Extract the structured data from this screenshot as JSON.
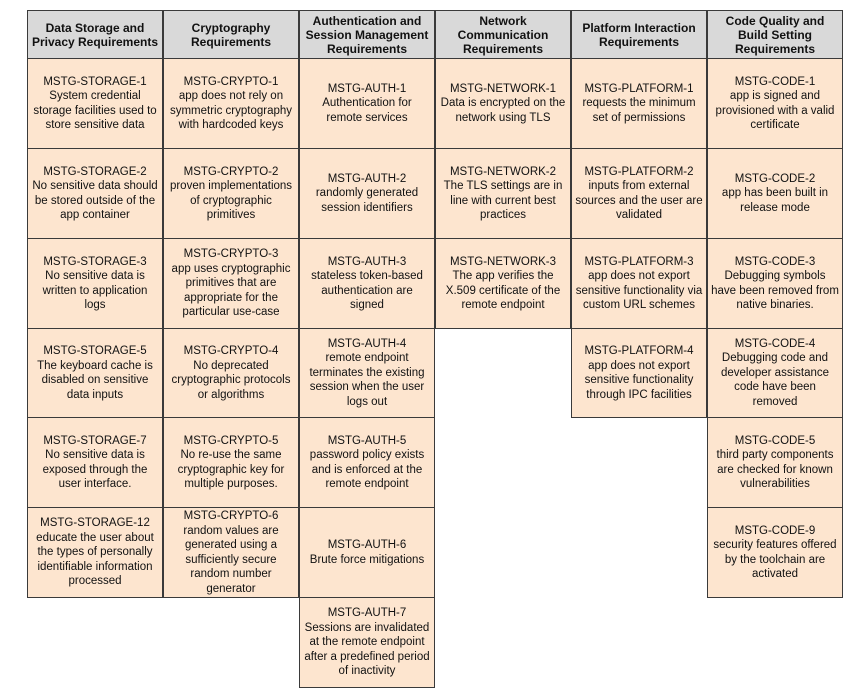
{
  "columns": [
    {
      "header": "Data Storage and Privacy Requirements",
      "items": [
        {
          "id": "MSTG-STORAGE-1",
          "desc": "System credential storage facilities used to store sensitive data"
        },
        {
          "id": "MSTG-STORAGE-2",
          "desc": "No sensitive data should be stored outside of the app container"
        },
        {
          "id": "MSTG-STORAGE-3",
          "desc": "No sensitive data is written to application logs"
        },
        {
          "id": "MSTG-STORAGE-5",
          "desc": "The keyboard cache is disabled on sensitive data inputs"
        },
        {
          "id": "MSTG-STORAGE-7",
          "desc": "No sensitive data is exposed through the user interface."
        },
        {
          "id": "MSTG-STORAGE-12",
          "desc": "educate the user about the types of personally identifiable information processed"
        }
      ]
    },
    {
      "header": "Cryptography Requirements",
      "items": [
        {
          "id": "MSTG-CRYPTO-1",
          "desc": "app does not rely on symmetric cryptography with hardcoded keys"
        },
        {
          "id": "MSTG-CRYPTO-2",
          "desc": "proven implementations of cryptographic primitives"
        },
        {
          "id": "MSTG-CRYPTO-3",
          "desc": "app uses cryptographic primitives that are appropriate for the particular use-case"
        },
        {
          "id": "MSTG-CRYPTO-4",
          "desc": "No deprecated cryptographic protocols or algorithms"
        },
        {
          "id": "MSTG-CRYPTO-5",
          "desc": "No re-use the same cryptographic key for multiple purposes."
        },
        {
          "id": "MSTG-CRYPTO-6",
          "desc": "random values are generated using a sufficiently secure random number generator"
        }
      ]
    },
    {
      "header": "Authentication and Session Management Requirements",
      "items": [
        {
          "id": "MSTG-AUTH-1",
          "desc": "Authentication for remote services"
        },
        {
          "id": "MSTG-AUTH-2",
          "desc": "randomly generated session identifiers"
        },
        {
          "id": "MSTG-AUTH-3",
          "desc": "stateless token-based authentication are signed"
        },
        {
          "id": "MSTG-AUTH-4",
          "desc": "remote endpoint terminates the existing session when the user logs out"
        },
        {
          "id": "MSTG-AUTH-5",
          "desc": "password policy exists and is enforced at the remote endpoint"
        },
        {
          "id": "MSTG-AUTH-6",
          "desc": "Brute force mitigations"
        },
        {
          "id": "MSTG-AUTH-7",
          "desc": "Sessions are invalidated at the remote endpoint after a predefined period of inactivity"
        }
      ]
    },
    {
      "header": "Network Communication Requirements",
      "items": [
        {
          "id": "MSTG-NETWORK-1",
          "desc": "Data is encrypted on the network using TLS"
        },
        {
          "id": "MSTG-NETWORK-2",
          "desc": "The TLS settings are in line with current best practices"
        },
        {
          "id": "MSTG-NETWORK-3",
          "desc": "The app verifies the X.509 certificate of the remote endpoint"
        }
      ]
    },
    {
      "header": "Platform Interaction Requirements",
      "items": [
        {
          "id": "MSTG-PLATFORM-1",
          "desc": "requests the minimum set of permissions"
        },
        {
          "id": "MSTG-PLATFORM-2",
          "desc": "inputs from external sources and the user are validated"
        },
        {
          "id": "MSTG-PLATFORM-3",
          "desc": "app does not export sensitive functionality via custom URL schemes"
        },
        {
          "id": "MSTG-PLATFORM-4",
          "desc": "app does not export sensitive functionality through IPC facilities"
        }
      ]
    },
    {
      "header": "Code Quality and Build Setting Requirements",
      "items": [
        {
          "id": "MSTG-CODE-1",
          "desc": "app is signed and provisioned with a valid certificate"
        },
        {
          "id": "MSTG-CODE-2",
          "desc": "app has been built in release mode"
        },
        {
          "id": "MSTG-CODE-3",
          "desc": "Debugging symbols have been removed from native binaries."
        },
        {
          "id": "MSTG-CODE-4",
          "desc": "Debugging code and developer assistance code have been removed"
        },
        {
          "id": "MSTG-CODE-5",
          "desc": "third party components are checked for known vulnerabilities"
        },
        {
          "id": "MSTG-CODE-9",
          "desc": "security features offered by the toolchain are activated"
        }
      ]
    }
  ]
}
